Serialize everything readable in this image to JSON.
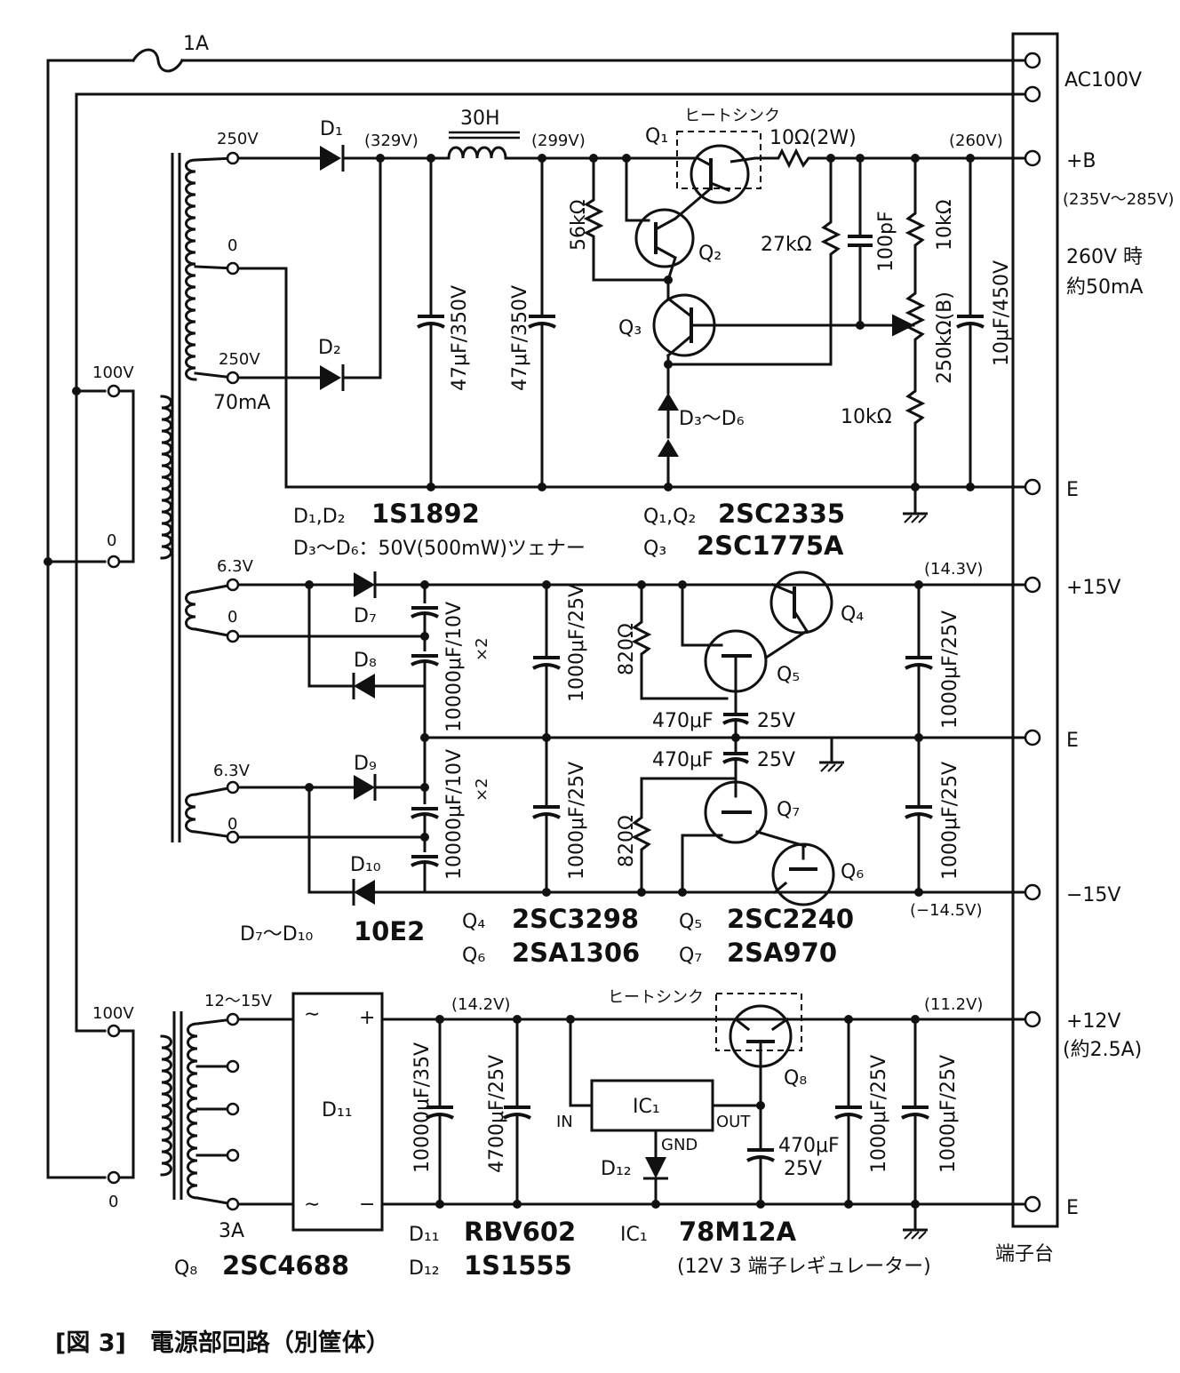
{
  "caption": "[図 3]　電源部回路（別筐体）",
  "terminal_block": {
    "label": "端子台",
    "outputs": [
      {
        "label": "AC100V",
        "note": ""
      },
      {
        "label": "+B",
        "note": "(235V〜285V)"
      },
      {
        "label": "E",
        "note": ""
      },
      {
        "label": "+15V",
        "note": ""
      },
      {
        "label": "E",
        "note": ""
      },
      {
        "label": "−15V",
        "note": ""
      },
      {
        "label": "+12V",
        "note": "(約2.5A)"
      },
      {
        "label": "E",
        "note": ""
      }
    ],
    "b_current_1": "260V 時",
    "b_current_2": "約50mA"
  },
  "fuse": "1A",
  "transformers": {
    "t1_primary_top": "100V",
    "t1_primary_bot": "0",
    "t1_hv_top": "250V",
    "t1_hv_mid": "0",
    "t1_hv_bot": "250V",
    "t1_hv_cur": "70mA",
    "t1_ht1_top": "6.3V",
    "t1_ht1_bot": "0",
    "t1_ht2_top": "6.3V",
    "t1_ht2_bot": "0",
    "t2_primary_top": "100V",
    "t2_primary_bot": "0",
    "t2_sec_top": "12〜15V",
    "t2_sec_cur": "3A"
  },
  "b_supply": {
    "v_rect": "(329V)",
    "choke": "30H",
    "v_choke": "(299V)",
    "heatsink": "ヒートシンク",
    "c1": "47μF/350V",
    "c2": "47μF/350V",
    "r_base": "56kΩ",
    "r_series": "10Ω(2W)",
    "v_out": "(260V)",
    "r27": "27kΩ",
    "c100": "100pF",
    "r10a": "10kΩ",
    "vr": "250kΩ(B)",
    "r10b": "10kΩ",
    "c_out": "10μF/450V",
    "zener": "D₃〜D₆",
    "q1": "Q₁",
    "q2": "Q₂",
    "q3": "Q₃",
    "d1": "D₁",
    "d2": "D₂"
  },
  "parts_b": {
    "line1_a": "D₁,D₂",
    "line1_b": "1S1892",
    "line2": "D₃〜D₆：50V(500mW)ツェナー",
    "line3_a": "Q₁,Q₂",
    "line3_b": "2SC2335",
    "line4_a": "Q₃",
    "line4_b": "2SC1775A"
  },
  "pm15": {
    "v_pos": "(14.3V)",
    "v_neg": "(−14.5V)",
    "c_big": "10000μF/10V",
    "x2": "×2",
    "c_mid": "1000μF/25V",
    "c_out": "1000μF/25V",
    "r820": "820Ω",
    "c470": "470μF",
    "v25": "25V",
    "d7": "D₇",
    "d8": "D₈",
    "d9": "D₉",
    "d10": "D₁₀",
    "q4": "Q₄",
    "q5": "Q₅",
    "q6": "Q₆",
    "q7": "Q₇"
  },
  "parts_pm": {
    "diodes_a": "D₇〜D₁₀",
    "diodes_b": "10E2",
    "q4_a": "Q₄",
    "q4_b": "2SC3298",
    "q5_a": "Q₅",
    "q5_b": "2SC2240",
    "q6_a": "Q₆",
    "q6_b": "2SA1306",
    "q7_a": "Q₇",
    "q7_b": "2SA970"
  },
  "p12": {
    "v_in": "(14.2V)",
    "v_out": "(11.2V)",
    "heatsink": "ヒートシンク",
    "bridge": "D₁₁",
    "c1": "10000μF/35V",
    "c2": "4700μF/25V",
    "ic": "IC₁",
    "in": "IN",
    "out": "OUT",
    "gnd": "GND",
    "d12": "D₁₂",
    "c470": "470μF",
    "v25": "25V",
    "c3": "1000μF/25V",
    "c4": "1000μF/25V",
    "q8": "Q₈"
  },
  "parts_12": {
    "d11_a": "D₁₁",
    "d11_b": "RBV602",
    "d12_a": "D₁₂",
    "d12_b": "1S1555",
    "ic_a": "IC₁",
    "ic_b": "78M12A",
    "ic_note": "(12V 3 端子レギュレーター)",
    "q8_a": "Q₈",
    "q8_b": "2SC4688"
  }
}
